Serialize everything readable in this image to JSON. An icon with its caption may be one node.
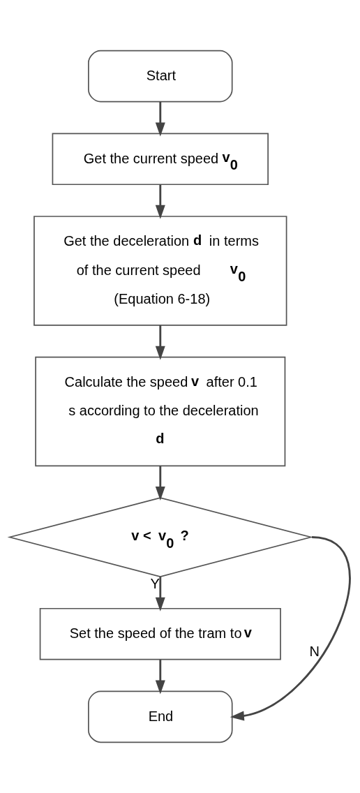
{
  "diagram": {
    "nodes": [
      {
        "text": [
          "Start"
        ]
      },
      {
        "text": [
          "Get the current speed **v$_{0}$**"
        ]
      },
      {
        "text": [
          "Get the deceleration **d** in terms of the current speed **v$_{0}$** (Equation 6-18)"
        ]
      },
      {
        "text": [
          "Calculate the speed **v** after 0.1 s according to the deceleration **d**"
        ]
      },
      {
        "text": [
          "**v < v$_{0}$ ?**"
        ]
      },
      {
        "text": [
          "Set the speed of the tram to **v**"
        ]
      },
      {
        "text": [
          "End"
        ]
      }
    ],
    "edges": [
      {
        "from": 0,
        "to": 1,
        "arrow": "to"
      },
      {
        "from": 1,
        "to": 2,
        "arrow": "to"
      },
      {
        "from": 2,
        "to": 3,
        "arrow": "to"
      },
      {
        "from": 3,
        "to": 4,
        "arrow": "to"
      },
      {
        "from": 4,
        "to": 5,
        "arrow": "to",
        "label": "Y"
      },
      {
        "from": 4,
        "to": 6,
        "arrow": "to",
        "label": "N"
      },
      {
        "from": 5,
        "to": 6,
        "arrow": "to"
      }
    ]
  }
}
